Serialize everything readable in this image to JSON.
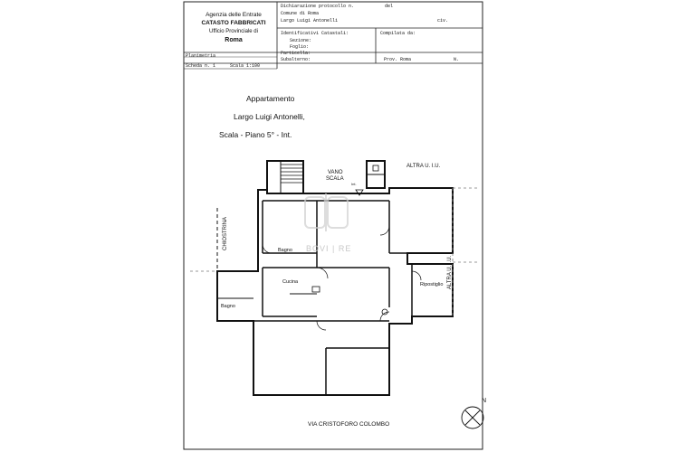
{
  "header": {
    "agency_line1": "Agenzia delle Entrate",
    "agency_line2": "CATASTO FABBRICATI",
    "agency_line3": "Ufficio Provinciale di",
    "agency_line4": "Roma",
    "protocol_label": "Dichiarazione protocollo n.",
    "protocol_del": "del",
    "comune_label": "Comune di Roma",
    "address_label": "Largo Luigi Antonelli",
    "civ_label": "civ.",
    "ident_label": "Identificativi Catastali:",
    "sezione_label": "Sezione:",
    "foglio_label": "Foglio:",
    "particella_label": "Particella:",
    "subalterno_label": "Subalterno:",
    "compilata_label": "Compilata da:",
    "prov_label": "Prov. Roma",
    "n_label": "N.",
    "planimetria_label": "Planimetria",
    "scheda_label": "Scheda n. 1",
    "scala_label": "Scala 1:100"
  },
  "plan": {
    "title_line1": "Appartamento",
    "title_line2": "Largo Luigi Antonelli,",
    "title_line3": "Scala    - Piano 5° -  Int.",
    "vano_scala_1": "VANO",
    "vano_scala_2": "SCALA",
    "int_label": "Int.",
    "altra_ui_top": "ALTRA U. I.U.",
    "altra_ui_right": "ALTRA U. I.U.",
    "chiostrina": "CHIOSTRINA",
    "bagno_1": "Bagno",
    "bagno_2": "Bagno",
    "cucina": "Cucina",
    "ripostiglio": "Ripostiglio",
    "street": "VIA CRISTOFORO COLOMBO",
    "north": "N"
  },
  "watermark": {
    "text": "BOVI | RE"
  }
}
